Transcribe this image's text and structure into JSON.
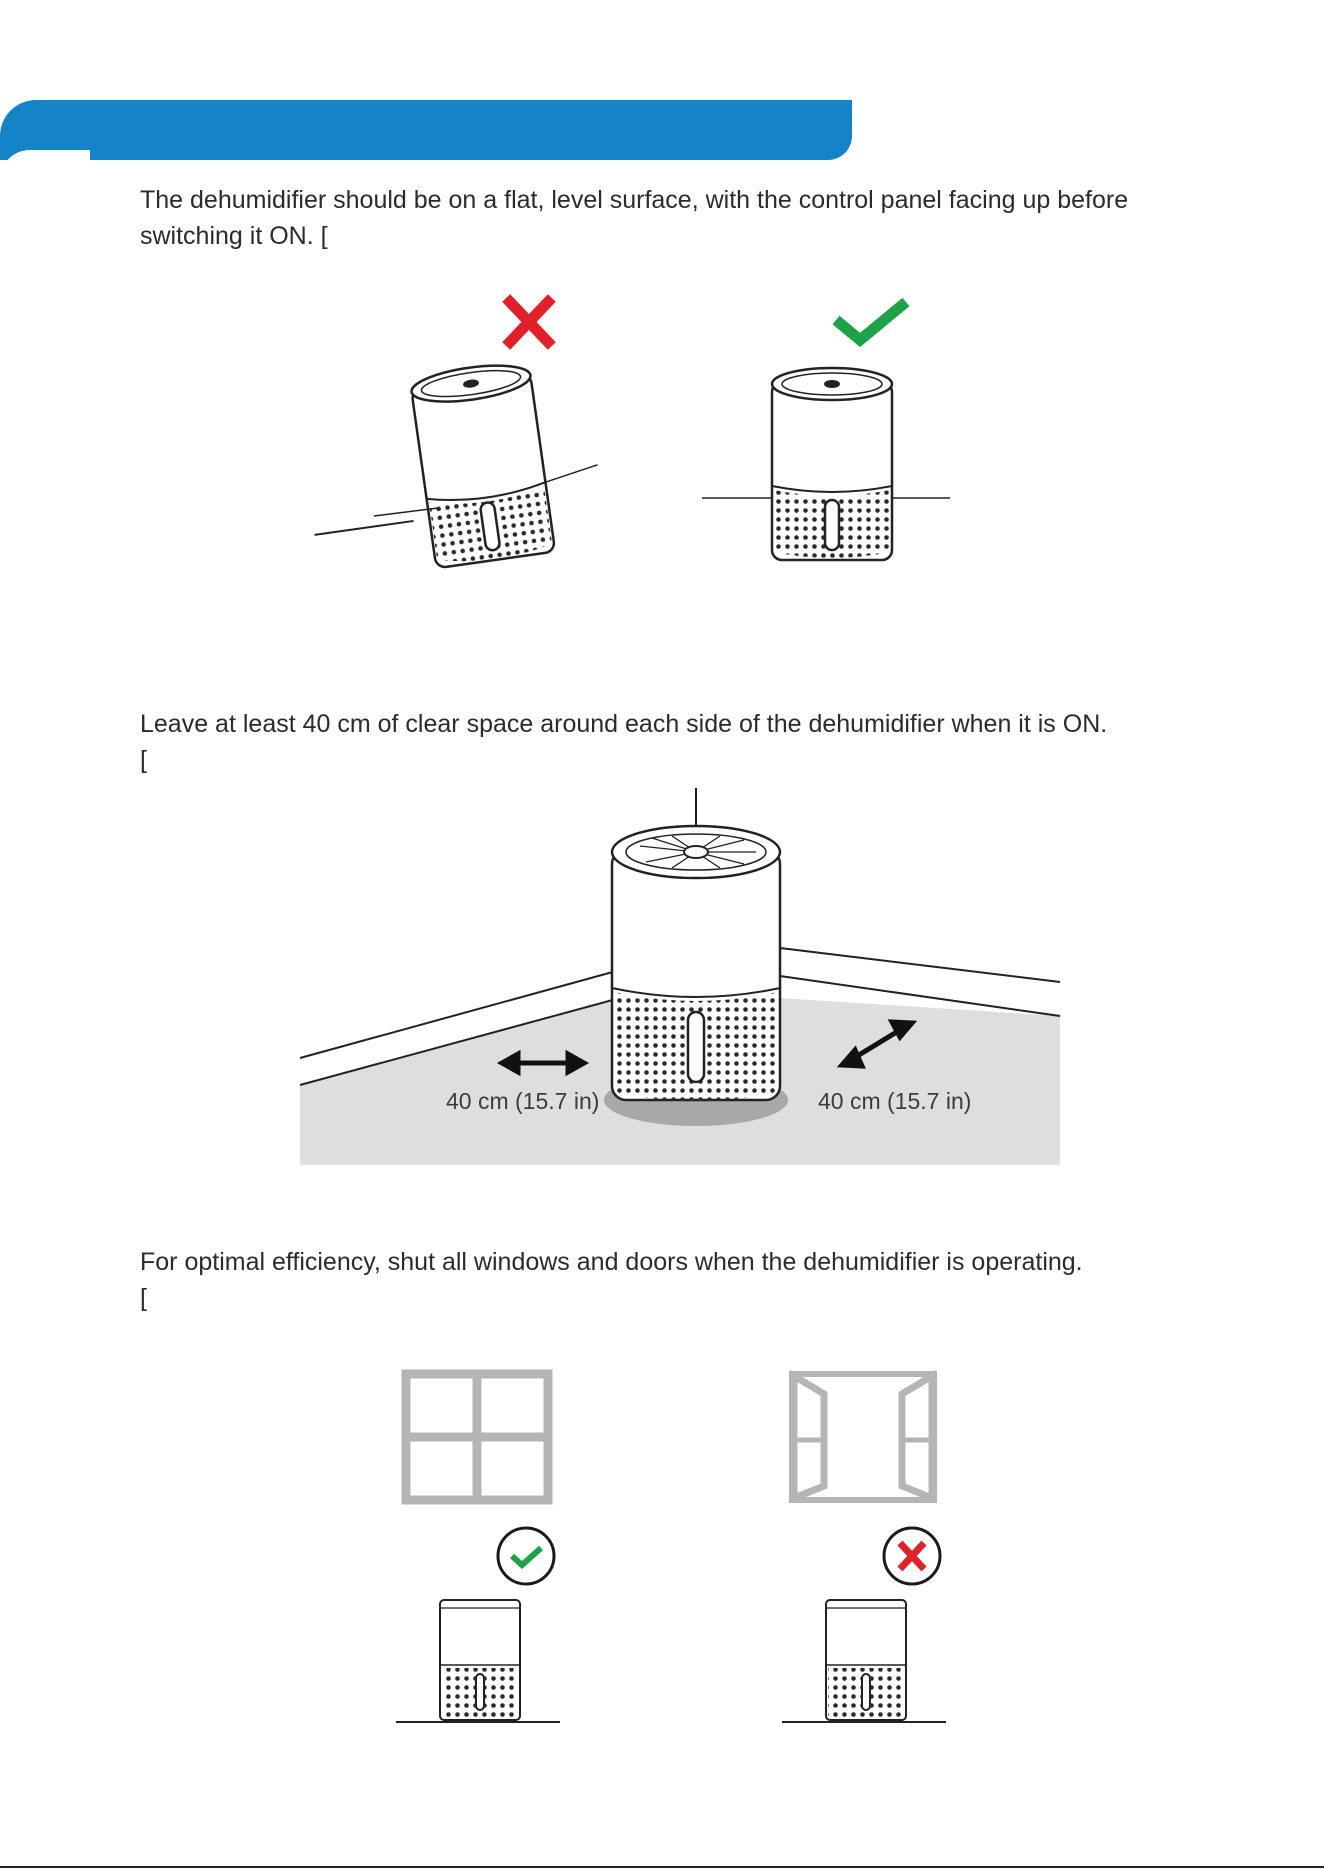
{
  "colors": {
    "header_blue": "#1583c8",
    "cross_red": "#e0202b",
    "check_green": "#1fa14a",
    "window_grey": "#b5b5b5",
    "floor_grey": "#dedede"
  },
  "section1": {
    "text_line1": "The dehumidifier should be on a flat, level surface, with the control panel facing up before",
    "text_line2": "switching it ON. [",
    "wrong_icon": "cross-icon",
    "right_icon": "check-icon"
  },
  "section2": {
    "text_line1": "Leave at least 40 cm of clear space around each side of the dehumidifier when it is ON.",
    "text_line2": "[",
    "clearance_left": "40 cm (15.7 in)",
    "clearance_right": "40 cm (15.7 in)"
  },
  "section3": {
    "text_line1": "For optimal efficiency, shut all windows and doors when the dehumidifier is operating.",
    "text_line2": "[",
    "closed_window_icon": "check-circle-icon",
    "open_window_icon": "cross-circle-icon"
  }
}
